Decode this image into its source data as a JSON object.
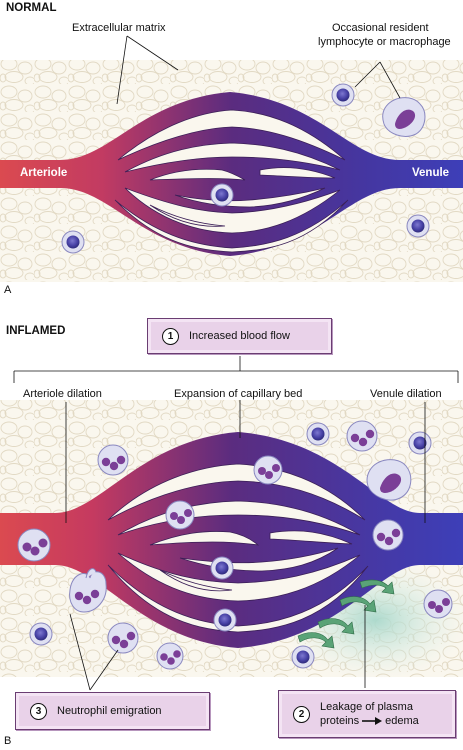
{
  "panel_a": {
    "title": "NORMAL",
    "letter": "A",
    "labels": {
      "extracellular_matrix": "Extracellular matrix",
      "resident_cell_line1": "Occasional resident",
      "resident_cell_line2": "lymphocyte or macrophage",
      "arteriole": "Arteriole",
      "venule": "Venule"
    }
  },
  "panel_b": {
    "title": "INFLAMED",
    "letter": "B",
    "labels": {
      "arteriole_dilation": "Arteriole dilation",
      "capillary_expansion": "Expansion of capillary bed",
      "venule_dilation": "Venule dilation"
    },
    "steps": [
      {
        "number": "1",
        "text": "Increased blood flow"
      },
      {
        "number": "3",
        "text": "Neutrophil emigration"
      },
      {
        "number": "2",
        "text_line1": "Leakage of plasma",
        "text_line2_a": "proteins",
        "text_line2_b": "edema"
      }
    ]
  },
  "colors": {
    "arterial": "#d9474f",
    "venous": "#3d3fb0",
    "vessel_mid": "#5a2f86",
    "box_fill": "#e9d2e9",
    "edema": "#bfe0d6",
    "cell_purple": "#4a44a8"
  }
}
